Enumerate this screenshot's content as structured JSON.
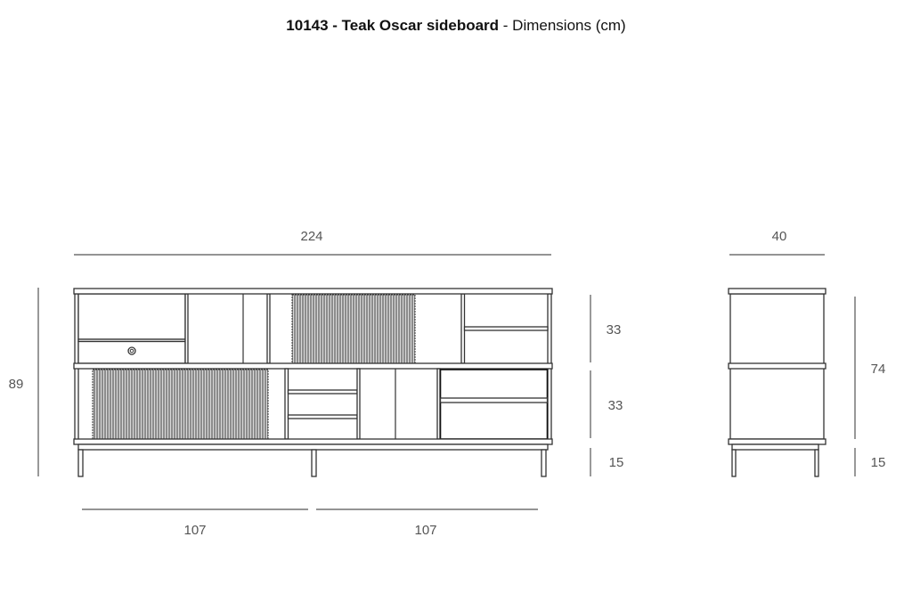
{
  "title": {
    "code_name": "10143 - Teak Oscar sideboard",
    "suffix": " - Dimensions (cm)"
  },
  "front_view": {
    "total_width": "224",
    "total_height": "89",
    "upper_row_height": "33",
    "lower_row_height": "33",
    "leg_height": "15",
    "half_width_left": "107",
    "half_width_right": "107"
  },
  "side_view": {
    "depth": "40",
    "body_height": "74",
    "leg_height": "15"
  },
  "colors": {
    "line": "#333333",
    "slats": "#8c8c8c",
    "dimension_text": "#555555"
  }
}
